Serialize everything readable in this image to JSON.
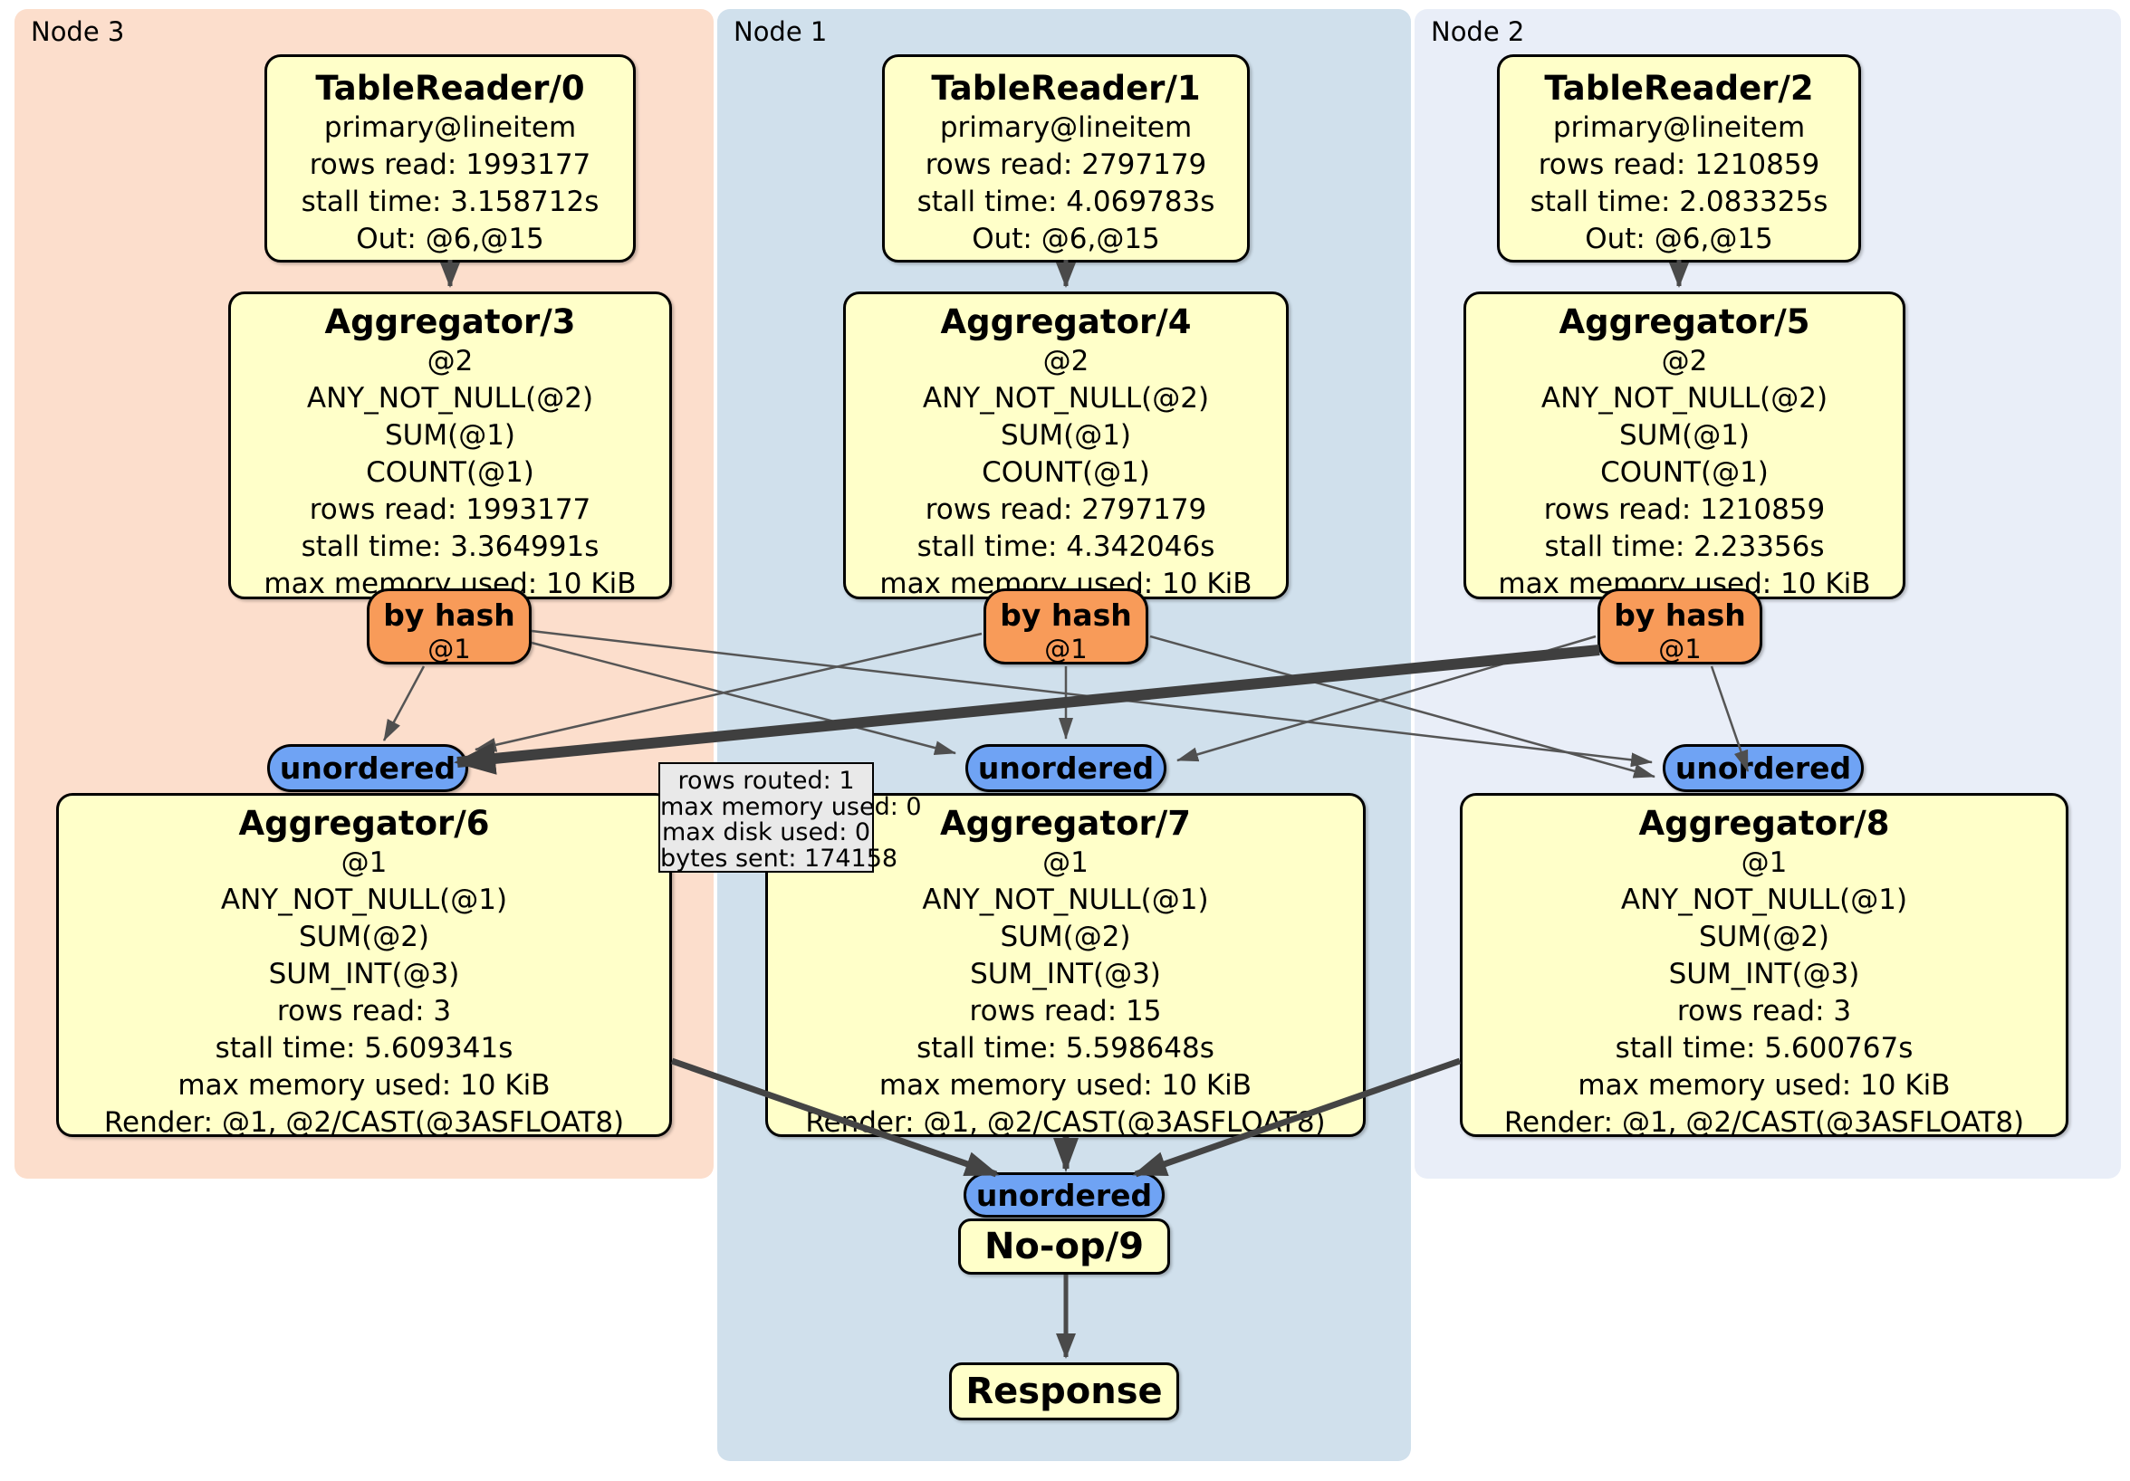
{
  "regions": {
    "node3": {
      "label": "Node 3"
    },
    "node1": {
      "label": "Node 1"
    },
    "node2": {
      "label": "Node 2"
    }
  },
  "processors": {
    "tr0": {
      "title": "TableReader/0",
      "lines": [
        "primary@lineitem",
        "rows read: 1993177",
        "stall time: 3.158712s",
        "Out: @6,@15"
      ]
    },
    "agg3": {
      "title": "Aggregator/3",
      "lines": [
        "@2",
        "ANY_NOT_NULL(@2)",
        "SUM(@1)",
        "COUNT(@1)",
        "rows read: 1993177",
        "stall time: 3.364991s",
        "max memory used: 10 KiB"
      ]
    },
    "agg6": {
      "title": "Aggregator/6",
      "lines": [
        "@1",
        "ANY_NOT_NULL(@1)",
        "SUM(@2)",
        "SUM_INT(@3)",
        "rows read: 3",
        "stall time: 5.609341s",
        "max memory used: 10 KiB",
        "Render: @1, @2/CAST(@3ASFLOAT8)"
      ]
    },
    "tr1": {
      "title": "TableReader/1",
      "lines": [
        "primary@lineitem",
        "rows read: 2797179",
        "stall time: 4.069783s",
        "Out: @6,@15"
      ]
    },
    "agg4": {
      "title": "Aggregator/4",
      "lines": [
        "@2",
        "ANY_NOT_NULL(@2)",
        "SUM(@1)",
        "COUNT(@1)",
        "rows read: 2797179",
        "stall time: 4.342046s",
        "max memory used: 10 KiB"
      ]
    },
    "agg7": {
      "title": "Aggregator/7",
      "lines": [
        "@1",
        "ANY_NOT_NULL(@1)",
        "SUM(@2)",
        "SUM_INT(@3)",
        "rows read: 15",
        "stall time: 5.598648s",
        "max memory used: 10 KiB",
        "Render: @1, @2/CAST(@3ASFLOAT8)"
      ]
    },
    "tr2": {
      "title": "TableReader/2",
      "lines": [
        "primary@lineitem",
        "rows read: 1210859",
        "stall time: 2.083325s",
        "Out: @6,@15"
      ]
    },
    "agg5": {
      "title": "Aggregator/5",
      "lines": [
        "@2",
        "ANY_NOT_NULL(@2)",
        "SUM(@1)",
        "COUNT(@1)",
        "rows read: 1210859",
        "stall time: 2.23356s",
        "max memory used: 10 KiB"
      ]
    },
    "agg8": {
      "title": "Aggregator/8",
      "lines": [
        "@1",
        "ANY_NOT_NULL(@1)",
        "SUM(@2)",
        "SUM_INT(@3)",
        "rows read: 3",
        "stall time: 5.600767s",
        "max memory used: 10 KiB",
        "Render: @1, @2/CAST(@3ASFLOAT8)"
      ]
    },
    "noop": {
      "title": "No-op/9"
    },
    "response": {
      "title": "Response"
    }
  },
  "router": {
    "label": "by hash",
    "stream": "@1"
  },
  "sync": {
    "label": "unordered"
  },
  "edge_tooltip": {
    "lines": [
      "rows routed: 1",
      "max memory used: 0",
      "max disk used: 0",
      "bytes sent: 174158"
    ]
  },
  "colors": {
    "node3_bg": "#fcdecc",
    "node1_bg": "#d0e0ec",
    "node2_bg": "#e9eef8",
    "processor_bg": "#ffffc9",
    "router_bg": "#f89b59",
    "sync_bg": "#6fa3f4",
    "tooltip_bg": "#e9e9e9",
    "edge": "#4a4a4a"
  }
}
